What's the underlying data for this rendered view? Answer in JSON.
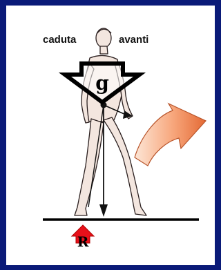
{
  "labels": {
    "fall_left": "caduta",
    "fall_right": "avanti",
    "gravity": "g",
    "reaction": "R"
  },
  "colors": {
    "frame": "#0a1a78",
    "panel": "#ffffff",
    "reaction_arrow": "#e8101a",
    "curved_arrow_light": "#fde2cf",
    "curved_arrow_dark": "#e8703c",
    "figure_skin": "#f3e6df",
    "figure_outline": "#2a1f1f"
  },
  "icons": {
    "gravity_arrow": "down-arrow-outline",
    "reaction_arrow": "up-arrow-red",
    "momentum_arrow": "curved-arrow-orange",
    "figure": "walking-man"
  }
}
